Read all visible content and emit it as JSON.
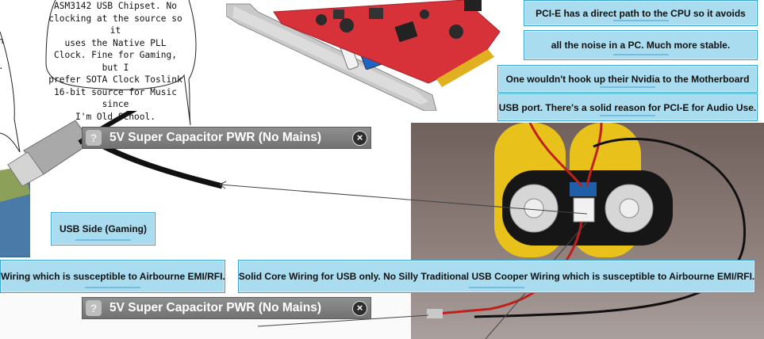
{
  "bubble_main": {
    "text": "ASM3142 USB Chipset. No\nclocking at the source so it\nuses the            Native PLL\nClock. Fine for Gaming, but I\nprefer SOTA Clock Toslink\n16-bit source for Music since\nI'm Old School."
  },
  "bubble_left_fragment": {
    "text": "n\n\n."
  },
  "notes": {
    "pcie_direct": "PCI-E has a direct path to the CPU so it avoids",
    "noise": "all the noise in a PC. Much more stable.",
    "nvidia": "One wouldn't hook up their Nvidia to the Motherboard",
    "usb_port": "USB port. There's a solid reason for PCI-E for Audio Use.",
    "usb_side": "USB Side (Gaming)",
    "wiring_left": "Wiring which is susceptible to Airbourne EMI/RFI.",
    "solid_core": "Solid Core Wiring for USB only. No Silly Traditional USB Cooper Wiring which is susceptible to Airbourne EMI/RFI."
  },
  "tooltips": {
    "top": {
      "label": "5V Super Capacitor PWR (No Mains)",
      "help_icon": "?",
      "close_icon": "×"
    },
    "bottom": {
      "label": "5V Super Capacitor PWR (No Mains)",
      "help_icon": "?",
      "close_icon": "×"
    }
  },
  "colors": {
    "note_bg": "#a9dcef",
    "note_border": "#3aa0d1",
    "tooltip_bg": "#808080",
    "pcb_red": "#d7323a",
    "capacitor_yellow": "#e8c21a"
  }
}
